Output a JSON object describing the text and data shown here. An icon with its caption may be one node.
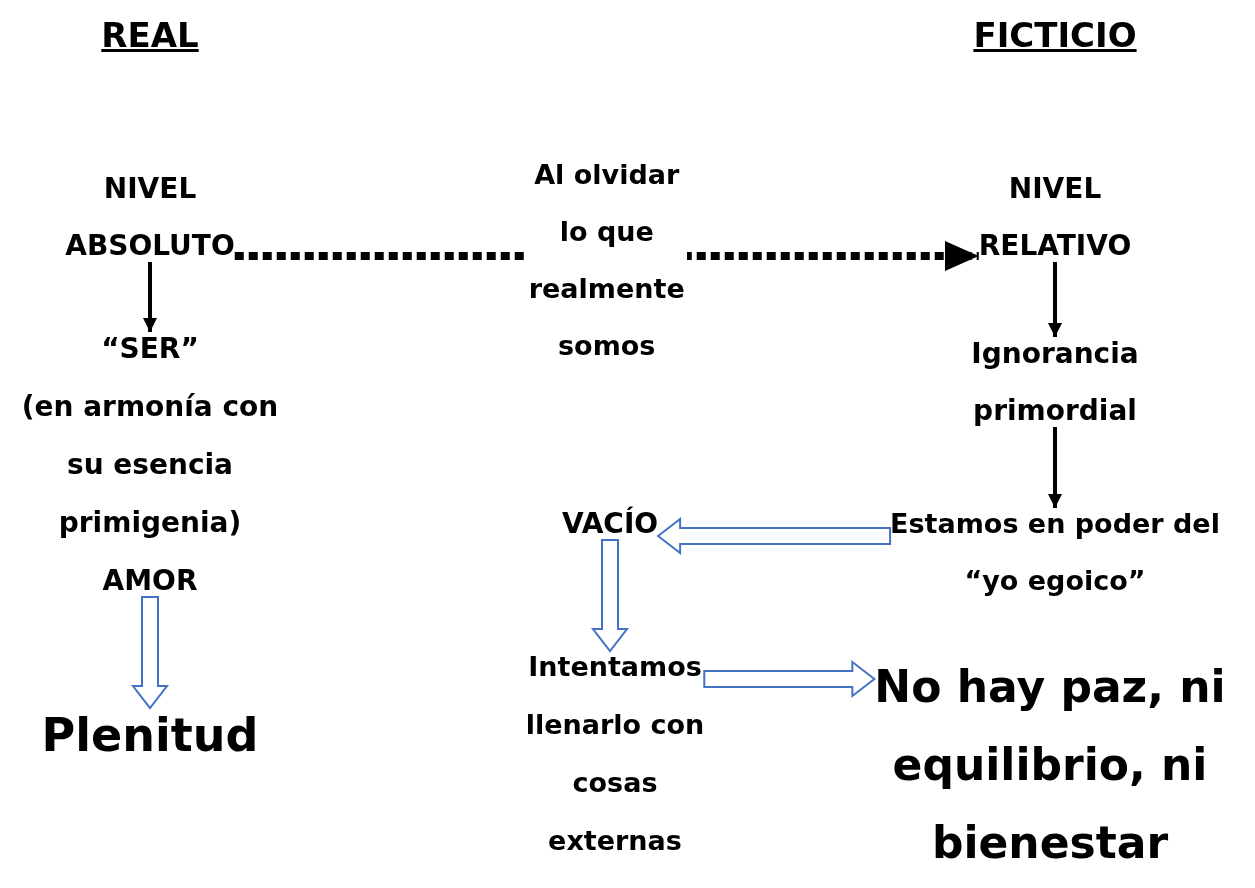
{
  "diagram": {
    "nodes": [
      {
        "text": [
          "NIVEL ABSOLUTO"
        ]
      },
      {
        "text": [
          "“SER”",
          "(en armonía con su esencia primigenia)",
          "AMOR"
        ]
      },
      {
        "text": [
          "Plenitud"
        ]
      },
      {
        "text": [
          "NIVEL RELATIVO"
        ]
      },
      {
        "text": [
          "Ignorancia primordial"
        ]
      },
      {
        "text": [
          "Estamos en poder del “yo egoico”"
        ]
      },
      {
        "text": [
          "VACÍO"
        ]
      },
      {
        "text": [
          "Intentamos llenarlo con cosas externas"
        ]
      },
      {
        "text": [
          "No hay paz, ni equilibrio, ni bienestar"
        ]
      }
    ],
    "edges": [
      {
        "from": 0,
        "to": 1,
        "arrow": "to"
      },
      {
        "from": 1,
        "to": 2,
        "arrow": "to",
        "style": "thick",
        "color": "#4472c4"
      },
      {
        "from": 0,
        "to": 3,
        "arrow": "to",
        "style": "dashed",
        "label": "Al olvidar lo que realmente somos"
      },
      {
        "from": 3,
        "to": 4,
        "arrow": "to"
      },
      {
        "from": 4,
        "to": 5,
        "arrow": "to"
      },
      {
        "from": 5,
        "to": 6,
        "arrow": "to",
        "style": "thick",
        "color": "#4472c4"
      },
      {
        "from": 6,
        "to": 7,
        "arrow": "to",
        "style": "thick",
        "color": "#4472c4"
      },
      {
        "from": 7,
        "to": 8,
        "arrow": "to",
        "style": "thick",
        "color": "#4472c4"
      }
    ],
    "labels": [
      "REAL",
      "FICTICIO"
    ]
  }
}
